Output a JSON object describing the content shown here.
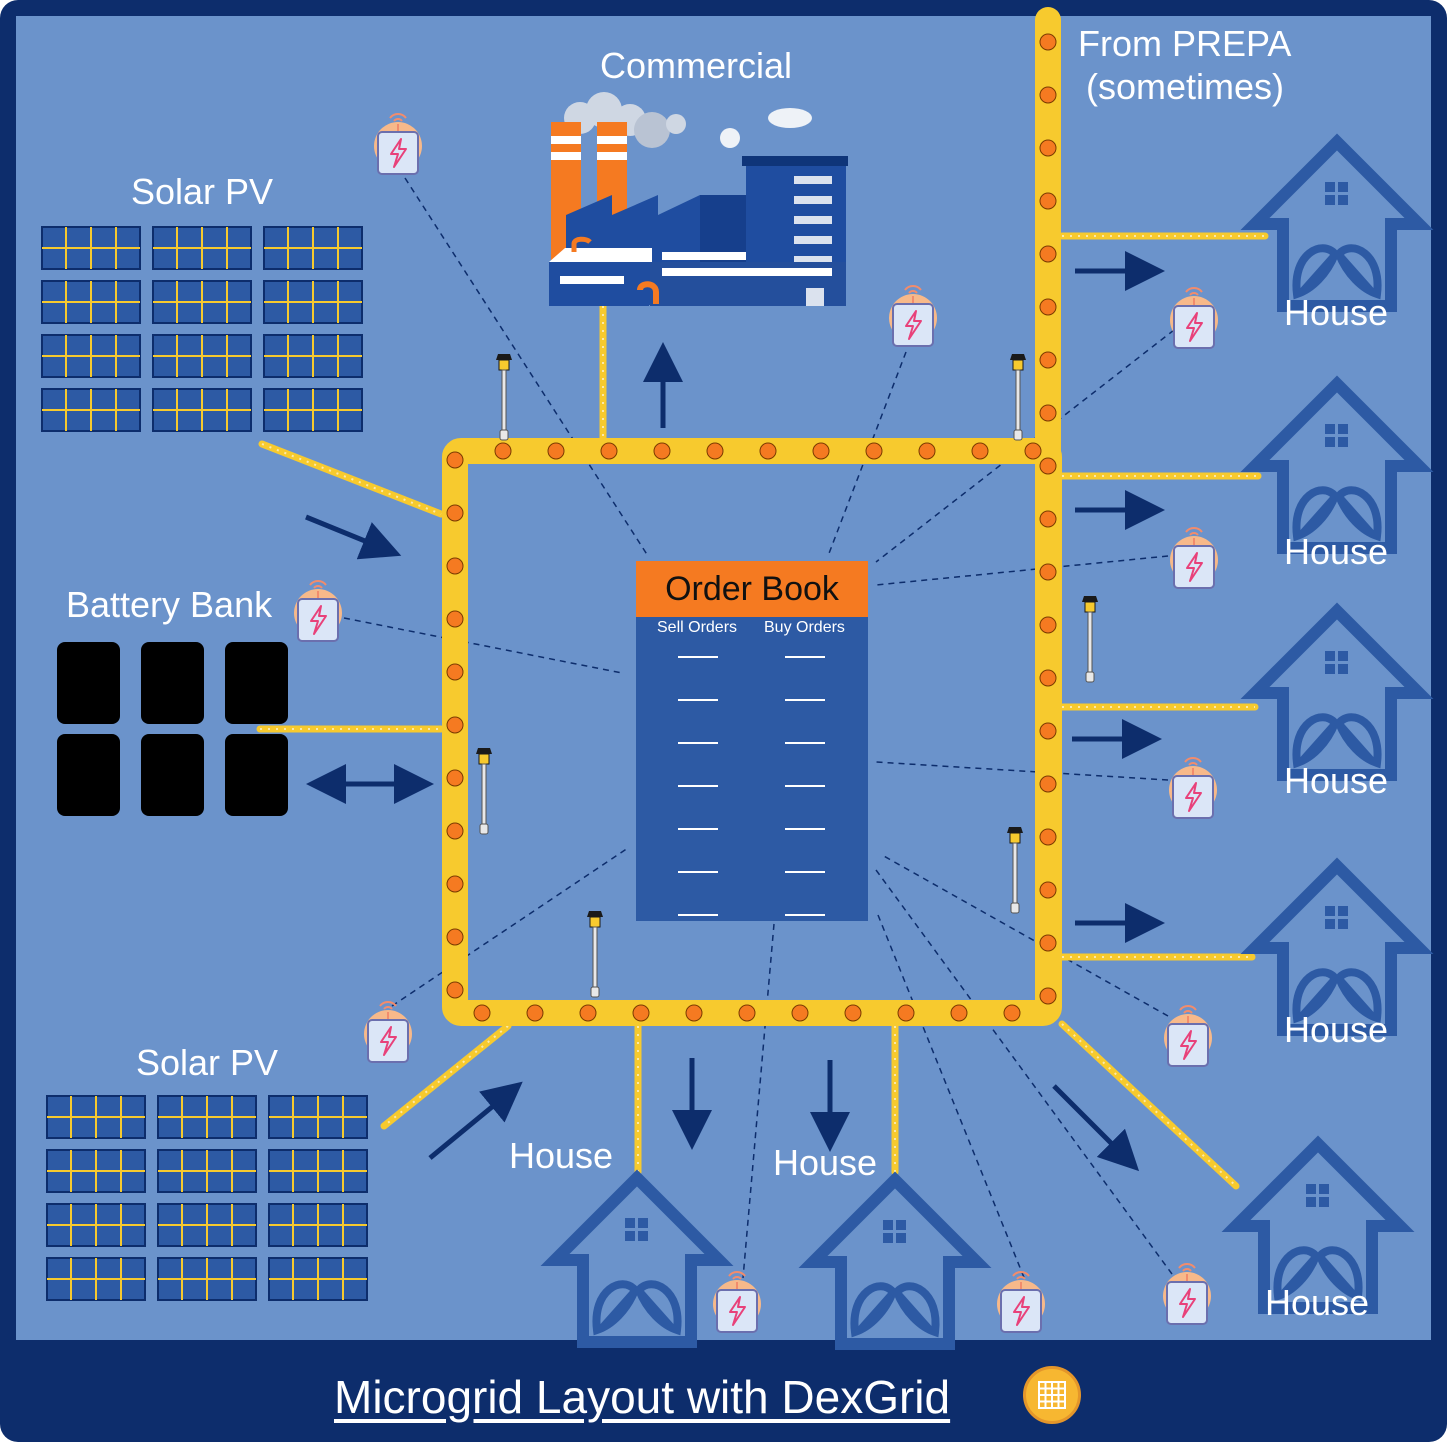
{
  "title": "Microgrid Layout with DexGrid",
  "labels": {
    "commercial": "Commercial",
    "prepa_line1": "From PREPA",
    "prepa_line2": "(sometimes)",
    "solar_top": "Solar PV",
    "solar_bottom": "Solar PV",
    "battery": "Battery Bank",
    "house": "House"
  },
  "order_book": {
    "title": "Order Book",
    "sell_label": "Sell Orders",
    "buy_label": "Buy Orders",
    "rows": 7
  },
  "colors": {
    "background": "#0d2d6c",
    "panel": "#6b93cb",
    "bus": "#f7ca2e",
    "node": "#f57a21",
    "order_book_header": "#f57a21",
    "order_book_body": "#2d5aa4",
    "house": "#2d5aa4",
    "arrow": "#0d2d6c",
    "battery": "#000000"
  },
  "icons": [
    "smart-meter-icon",
    "street-lamp-icon",
    "house-icon",
    "factory-icon",
    "solar-panel-icon",
    "battery-cell-icon",
    "dexgrid-logo-icon"
  ]
}
